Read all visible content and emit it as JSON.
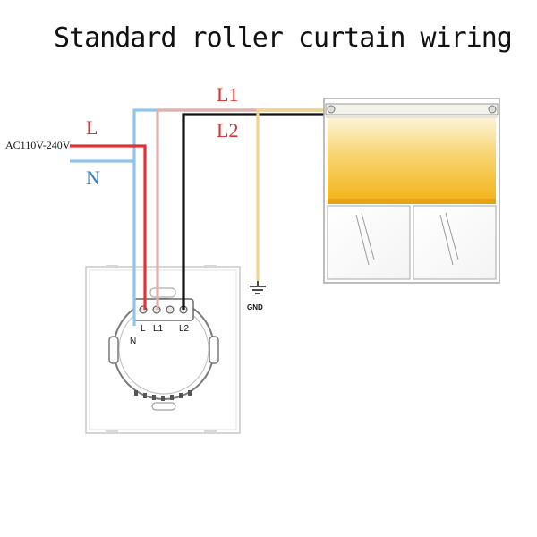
{
  "title": "Standard roller curtain wiring",
  "supply": {
    "voltage": "AC110V-240V",
    "live": "L",
    "neutral": "N"
  },
  "motor_lines": {
    "l1": "L1",
    "l2": "L2"
  },
  "switch_terminals": {
    "n": "N",
    "l": "L",
    "l1": "L1",
    "l2": "L2"
  },
  "ground": "GND",
  "colors": {
    "live_wire": "#e0303a",
    "neutral_wire": "#8fc6e8",
    "l1_wire": "#e0b0ac",
    "l2_wire": "#111111",
    "ground_wire": "#f2d38a",
    "curtain": "#f6c530",
    "label_red": "#d63030",
    "label_blue": "#3a7cc0"
  }
}
